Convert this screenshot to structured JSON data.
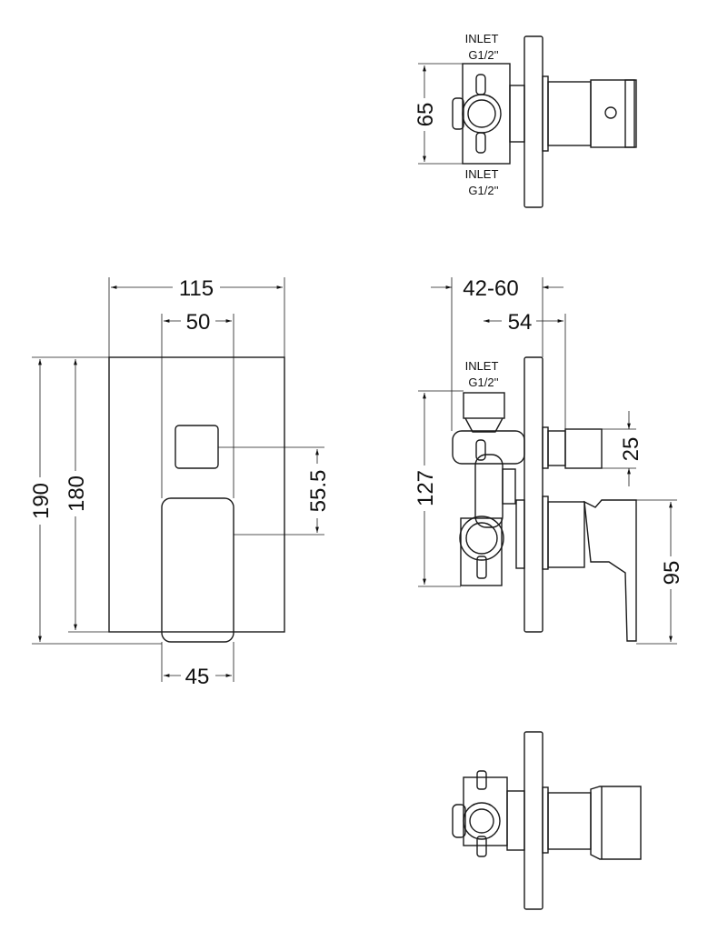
{
  "labels": {
    "inlet": "INLET",
    "thread": "G1/2''"
  },
  "dimensions": {
    "top_height": "65",
    "front_width": "115",
    "front_button_spacing": "50",
    "front_total_height": "190",
    "front_plate_height": "180",
    "front_center_distance": "55.5",
    "front_lever_width": "45",
    "side_depth_range": "42-60",
    "side_projection": "54",
    "side_button_height": "25",
    "side_body_height": "127",
    "side_lever_height": "95"
  },
  "colors": {
    "line": "#1a1a1a",
    "background": "#ffffff"
  }
}
